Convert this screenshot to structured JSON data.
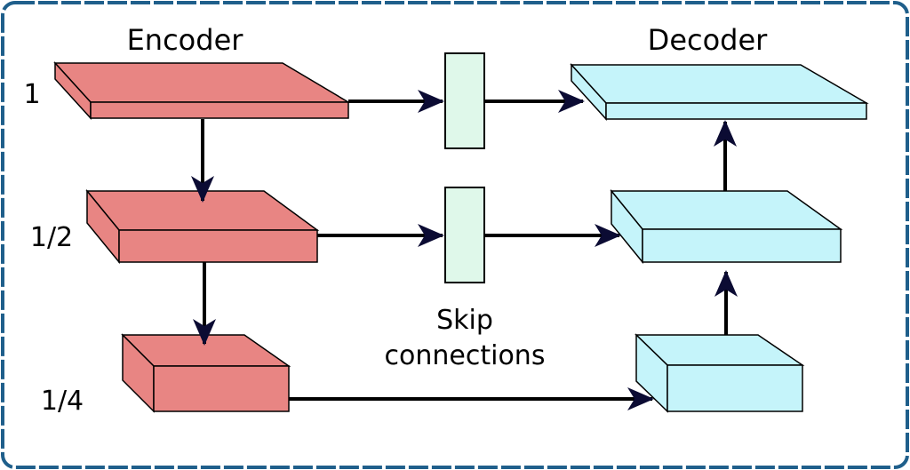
{
  "titles": {
    "encoder": "Encoder",
    "decoder": "Decoder"
  },
  "scales": {
    "s1": "1",
    "s2": "1/2",
    "s3": "1/4"
  },
  "skip": {
    "line1": "Skip",
    "line2": "connections"
  },
  "colors": {
    "encoder_fill": "#e88583",
    "decoder_fill": "#c5f4fa",
    "skip_fill": "#dff8ea",
    "arrow": "#000000",
    "arrow_head": "#0b0b33",
    "frame": "#1f5f8b"
  }
}
